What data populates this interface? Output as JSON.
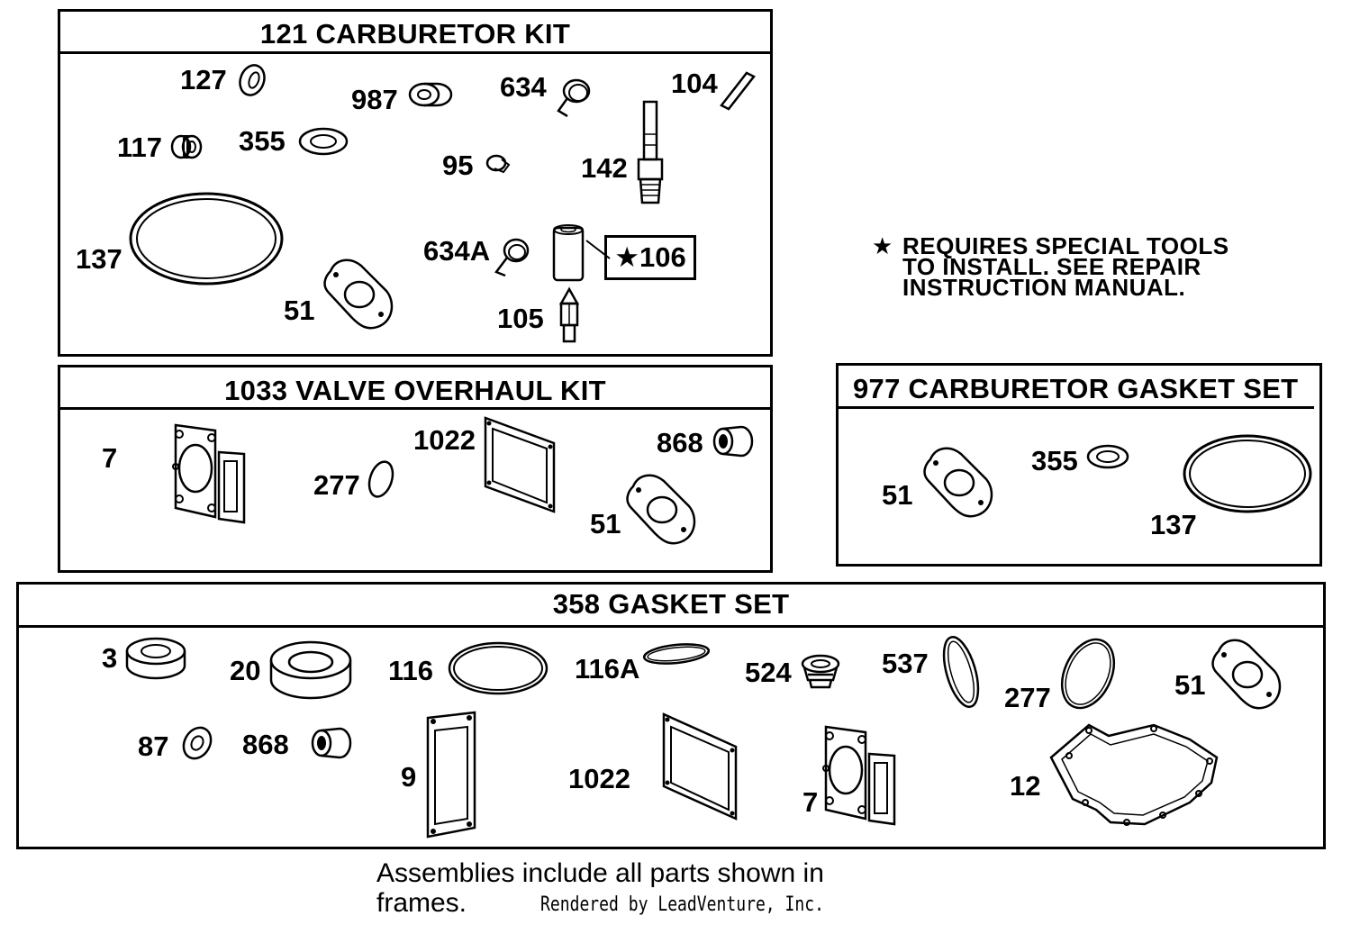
{
  "kits": {
    "carb_kit": {
      "title": "121 CARBURETOR KIT",
      "labels": {
        "p127": "127",
        "p987": "987",
        "p634": "634",
        "p104": "104",
        "p117": "117",
        "p355": "355",
        "p95": "95",
        "p142": "142",
        "p137": "137",
        "p634a": "634A",
        "p106": "106",
        "p51": "51",
        "p105": "105"
      }
    },
    "valve_kit": {
      "title": "1033 VALVE OVERHAUL KIT",
      "labels": {
        "p7": "7",
        "p1022": "1022",
        "p868": "868",
        "p277": "277",
        "p51": "51"
      }
    },
    "carb_gasket_set": {
      "title": "977 CARBURETOR GASKET SET",
      "labels": {
        "p355": "355",
        "p51": "51",
        "p137": "137"
      }
    },
    "gasket_set": {
      "title": "358 GASKET SET",
      "labels": {
        "p3": "3",
        "p20": "20",
        "p116": "116",
        "p116a": "116A",
        "p524": "524",
        "p537": "537",
        "p277": "277",
        "p51": "51",
        "p87": "87",
        "p868": "868",
        "p9": "9",
        "p1022": "1022",
        "p7": "7",
        "p12": "12"
      }
    }
  },
  "note": {
    "star": "★",
    "line1": "REQUIRES SPECIAL TOOLS",
    "line2": "TO INSTALL.  SEE REPAIR",
    "line3": "INSTRUCTION MANUAL."
  },
  "footer": {
    "line1": "Assemblies include all parts shown in",
    "line2": "frames.",
    "credit": "Rendered by LeadVenture, Inc."
  }
}
